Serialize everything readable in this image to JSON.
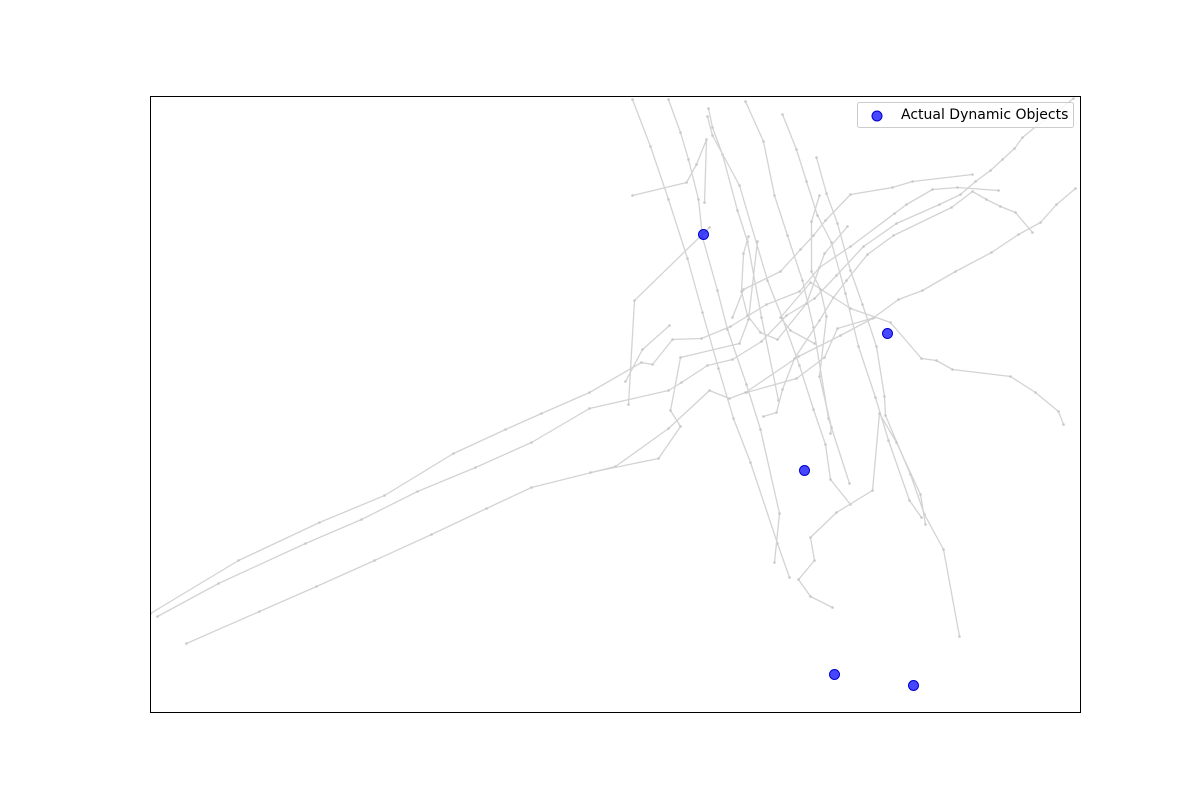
{
  "chart_data": {
    "type": "scatter",
    "title": "",
    "xlabel": "",
    "ylabel": "",
    "axes_ticks": "none",
    "xlim": [
      0,
      930
    ],
    "ylim": [
      0,
      616
    ],
    "legend": {
      "position": "top-right",
      "entries": [
        "Actual Dynamic Objects"
      ]
    },
    "background_map": {
      "name": "lane polylines",
      "color": "#d3d3d3",
      "polylines": [
        [
          [
            482,
            613
          ],
          [
            500,
            566
          ],
          [
            518,
            513
          ],
          [
            537,
            454
          ],
          [
            552,
            400
          ],
          [
            568,
            344
          ],
          [
            583,
            294
          ],
          [
            600,
            250
          ],
          [
            627,
            169
          ],
          [
            639,
            135
          ]
        ],
        [
          [
            518,
            613
          ],
          [
            530,
            580
          ],
          [
            538,
            553
          ],
          [
            548,
            513
          ],
          [
            552,
            475
          ],
          [
            567,
            422
          ],
          [
            577,
            383
          ],
          [
            596,
            328
          ],
          [
            610,
            283
          ],
          [
            629,
            199
          ],
          [
            624,
            150
          ]
        ],
        [
          [
            558,
            604
          ],
          [
            562,
            585
          ],
          [
            572,
            558
          ],
          [
            587,
            502
          ],
          [
            597,
            471
          ],
          [
            611,
            395
          ],
          [
            628,
            312
          ]
        ],
        [
          [
            595,
            611
          ],
          [
            613,
            571
          ],
          [
            624,
            517
          ],
          [
            637,
            477
          ],
          [
            652,
            432
          ],
          [
            663,
            385
          ],
          [
            678,
            294
          ],
          [
            699,
            229
          ]
        ],
        [
          [
            557,
            596
          ],
          [
            562,
            577
          ],
          [
            589,
            527
          ],
          [
            617,
            432
          ],
          [
            632,
            394
          ],
          [
            649,
            347
          ],
          [
            663,
            303
          ],
          [
            675,
            268
          ],
          [
            680,
            233
          ],
          [
            700,
            208
          ]
        ],
        [
          [
            632,
            598
          ],
          [
            646,
            563
          ],
          [
            656,
            531
          ],
          [
            667,
            497
          ],
          [
            681,
            470
          ],
          [
            695,
            419
          ],
          [
            708,
            366
          ],
          [
            725,
            315
          ],
          [
            738,
            272
          ],
          [
            759,
            212
          ],
          [
            771,
            195
          ]
        ],
        [
          [
            666,
            555
          ],
          [
            676,
            519
          ],
          [
            687,
            489
          ],
          [
            700,
            442
          ],
          [
            712,
            408
          ],
          [
            726,
            366
          ],
          [
            734,
            316
          ],
          [
            735,
            297
          ],
          [
            760,
            238
          ],
          [
            774,
            198
          ],
          [
            793,
            163
          ],
          [
            809,
            76
          ]
        ],
        [
          [
            7,
            96
          ],
          [
            68,
            129
          ],
          [
            155,
            169
          ],
          [
            211,
            193
          ],
          [
            267,
            221
          ],
          [
            325,
            245
          ],
          [
            381,
            270
          ],
          [
            439,
            304
          ],
          [
            518,
            322
          ],
          [
            531,
            330
          ],
          [
            557,
            347
          ],
          [
            582,
            353
          ],
          [
            611,
            371
          ],
          [
            636,
            397
          ],
          [
            664,
            414
          ],
          [
            686,
            437
          ],
          [
            713,
            466
          ],
          [
            746,
            489
          ],
          [
            789,
            508
          ],
          [
            810,
            518
          ],
          [
            825,
            531
          ],
          [
            840,
            542
          ],
          [
            852,
            553
          ],
          [
            864,
            564
          ],
          [
            872,
            575
          ],
          [
            888,
            588
          ],
          [
            906,
            601
          ],
          [
            923,
            614
          ]
        ],
        [
          [
            36,
            69
          ],
          [
            109,
            101
          ],
          [
            166,
            126
          ],
          [
            224,
            152
          ],
          [
            281,
            178
          ],
          [
            336,
            204
          ],
          [
            381,
            225
          ],
          [
            465,
            246
          ],
          [
            518,
            284
          ],
          [
            559,
            322
          ],
          [
            579,
            314
          ],
          [
            595,
            320
          ],
          [
            648,
            356
          ],
          [
            690,
            377
          ],
          [
            722,
            394
          ],
          [
            748,
            413
          ],
          [
            772,
            422
          ],
          [
            805,
            441
          ],
          [
            841,
            460
          ],
          [
            868,
            478
          ],
          [
            890,
            490
          ],
          [
            906,
            508
          ],
          [
            925,
            524
          ]
        ],
        [
          [
            0,
            99
          ],
          [
            88,
            152
          ],
          [
            169,
            190
          ],
          [
            234,
            217
          ],
          [
            303,
            259
          ],
          [
            355,
            283
          ],
          [
            391,
            299
          ],
          [
            439,
            320
          ],
          [
            491,
            350
          ],
          [
            502,
            348
          ],
          [
            522,
            373
          ],
          [
            551,
            374
          ],
          [
            580,
            386
          ],
          [
            616,
            408
          ],
          [
            649,
            421
          ],
          [
            669,
            445
          ],
          [
            700,
            466
          ],
          [
            744,
            499
          ],
          [
            756,
            508
          ],
          [
            782,
            523
          ],
          [
            807,
            525
          ],
          [
            848,
            522
          ]
        ],
        [
          [
            440,
            240
          ],
          [
            508,
            254
          ],
          [
            530,
            286
          ],
          [
            520,
            302
          ],
          [
            530,
            355
          ],
          [
            589,
            369
          ],
          [
            598,
            393
          ],
          [
            607,
            471
          ]
        ],
        [
          [
            475,
            331
          ],
          [
            492,
            363
          ],
          [
            519,
            387
          ]
        ],
        [
          [
            478,
            308
          ],
          [
            484,
            412
          ],
          [
            559,
            485
          ]
        ],
        [
          [
            596,
            320
          ],
          [
            646,
            334
          ],
          [
            674,
            355
          ],
          [
            687,
            384
          ],
          [
            724,
            395
          ]
        ],
        [
          [
            482,
            517
          ],
          [
            536,
            530
          ],
          [
            546,
            548
          ],
          [
            556,
            573
          ],
          [
            554,
            510
          ]
        ],
        [
          [
            582,
            395
          ],
          [
            593,
            423
          ],
          [
            630,
            441
          ],
          [
            650,
            463
          ],
          [
            663,
            477
          ],
          [
            675,
            492
          ],
          [
            700,
            518
          ],
          [
            742,
            525
          ],
          [
            762,
            531
          ],
          [
            822,
            538
          ]
        ],
        [
          [
            682,
            105
          ],
          [
            660,
            116
          ],
          [
            648,
            133
          ],
          [
            664,
            152
          ],
          [
            660,
            175
          ],
          [
            686,
            200
          ],
          [
            722,
            222
          ],
          [
            729,
            299
          ],
          [
            746,
            270
          ],
          [
            770,
            218
          ],
          [
            775,
            188
          ]
        ],
        [
          [
            613,
            296
          ],
          [
            626,
            300
          ],
          [
            632,
            323
          ],
          [
            644,
            354
          ],
          [
            669,
            392
          ],
          [
            683,
            415
          ],
          [
            696,
            432
          ],
          [
            717,
            458
          ],
          [
            743,
            477
          ],
          [
            801,
            505
          ],
          [
            822,
            521
          ],
          [
            836,
            513
          ],
          [
            850,
            506
          ],
          [
            865,
            500
          ],
          [
            882,
            480
          ]
        ],
        [
          [
            664,
            369
          ],
          [
            640,
            382
          ],
          [
            630,
            395
          ],
          [
            660,
            430
          ],
          [
            700,
            404
          ],
          [
            740,
            390
          ],
          [
            771,
            354
          ],
          [
            786,
            352
          ],
          [
            802,
            343
          ],
          [
            860,
            336
          ],
          [
            885,
            320
          ],
          [
            908,
            301
          ],
          [
            913,
            288
          ]
        ],
        [
          [
            680,
            279
          ],
          [
            681,
            285
          ],
          [
            669,
            336
          ],
          [
            676,
            396
          ],
          [
            670,
            423
          ],
          [
            661,
            441
          ],
          [
            661,
            491
          ],
          [
            669,
            517
          ]
        ],
        [
          [
            598,
            476
          ],
          [
            593,
            459
          ],
          [
            591,
            421
          ],
          [
            597,
            397
          ],
          [
            610,
            380
          ],
          [
            627,
            373
          ],
          [
            656,
            409
          ],
          [
            674,
            459
          ],
          [
            697,
            486
          ]
        ]
      ]
    },
    "points": [
      {
        "x": 553,
        "y": 478
      },
      {
        "x": 737,
        "y": 379
      },
      {
        "x": 654,
        "y": 242
      },
      {
        "x": 684,
        "y": 38
      },
      {
        "x": 763,
        "y": 27
      }
    ]
  }
}
